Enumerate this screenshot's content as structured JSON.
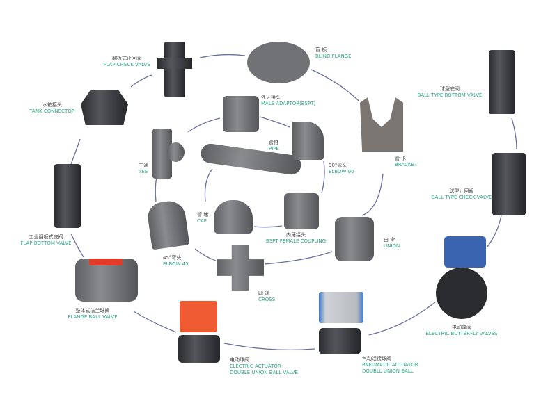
{
  "colors": {
    "english_label": "#2aa585",
    "chinese_label": "#444444",
    "connector_line": "#6a6fa0",
    "pvc_gray": "#77787c"
  },
  "products": [
    {
      "cn": "翻板式止回阀",
      "en": "FLAP CHECK VALVE"
    },
    {
      "cn": "水箱接头",
      "en": "TANK CONNECTOR"
    },
    {
      "cn": "盲 板",
      "en": "BLIND FLANGE"
    },
    {
      "cn": "外牙接头",
      "en": "MALE ADAPTOR(BSPT)"
    },
    {
      "cn": "管材",
      "en": "PIPE"
    },
    {
      "cn": "三通",
      "en": "TEE"
    },
    {
      "cn": "90°弯头",
      "en": "ELBOW 90"
    },
    {
      "cn": "管 卡",
      "en": "BRACKET"
    },
    {
      "cn": "球型底阀",
      "en": "BALL TYPE BOTTOM VALVE"
    },
    {
      "cn": "球型止回阀",
      "en": "BALL TYPE CHECK VALVE"
    },
    {
      "cn": "管 堵",
      "en": "CAP"
    },
    {
      "cn": "工业翻板式底阀",
      "en": "FLAP BOTTOM VALVE"
    },
    {
      "cn": "45°弯头",
      "en": "ELBOW 45"
    },
    {
      "cn": "内牙接头",
      "en": "BSPT FEMALE COUPLING"
    },
    {
      "cn": "由 令",
      "en": "UNION"
    },
    {
      "cn": "整体式法兰球阀",
      "en": "FLANGE BALL VALVE"
    },
    {
      "cn": "四 通",
      "en": "CROSS"
    },
    {
      "cn": "电动球阀",
      "en": "ELECTRIC ACTUATOR",
      "en2": "DOUBLE UNION BALL VALVE"
    },
    {
      "cn": "气动活接球阀",
      "en": "PNEUMATIC ACTUATOR",
      "en2": "DOUBLL UNION BALL"
    },
    {
      "cn": "电动蝶阀",
      "en": "ELECTRIC  BUTTERFLY VALVES"
    }
  ]
}
